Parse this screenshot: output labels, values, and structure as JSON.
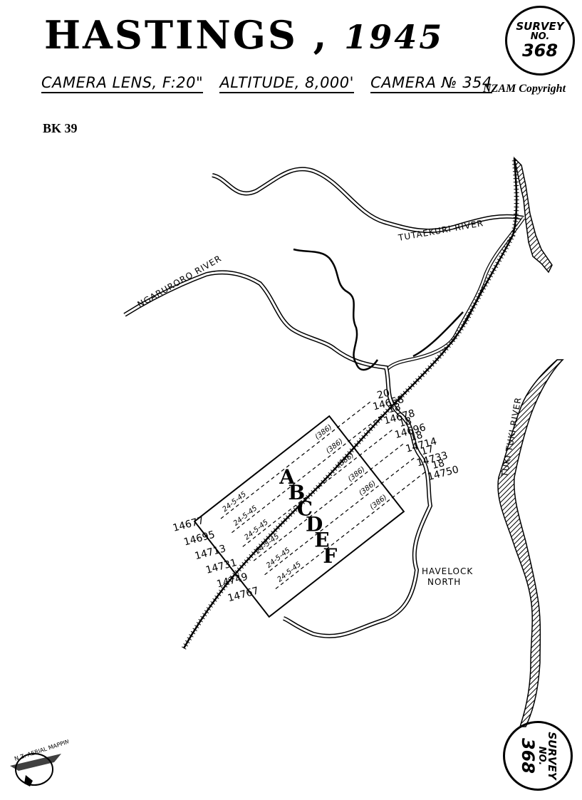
{
  "header": {
    "place": "HASTINGS",
    "separator": ",",
    "year": "1945",
    "lens": "CAMERA LENS, F:20\"",
    "altitude": "ALTITUDE, 8,000'",
    "camera": "CAMERA № 354",
    "copyright": "NZAM Copyright",
    "book": "BK 39"
  },
  "survey_stamp": {
    "word": "SURVEY",
    "no": "NO.",
    "number": "368"
  },
  "map": {
    "rivers": [
      "TUTAEKURI RIVER",
      "NGARURORO RIVER",
      "TUKI TUKI RIVER"
    ],
    "town": [
      "HAVELOCK",
      "NORTH"
    ],
    "strips": [
      {
        "letter": "A",
        "date": "24-5-45",
        "alt": "(386)",
        "right_count": "20",
        "right_start": "14658",
        "left_start": "14677"
      },
      {
        "letter": "B",
        "date": "24-5-45",
        "alt": "(386)",
        "right_count": "18",
        "right_start": "14678",
        "left_start": "14695"
      },
      {
        "letter": "C",
        "date": "24-5-45",
        "alt": "(386)",
        "right_count": "18",
        "right_start": "14696",
        "left_start": "14713"
      },
      {
        "letter": "D",
        "date": "24-5-45",
        "alt": "(386)",
        "right_count": "18",
        "right_start": "14714",
        "left_start": "14731"
      },
      {
        "letter": "E",
        "date": "24-5-45",
        "alt": "(386)",
        "right_count": "17",
        "right_start": "14733",
        "left_start": "14749"
      },
      {
        "letter": "F",
        "date": "24-5-45",
        "alt": "(386)",
        "right_count": "18",
        "right_start": "14750",
        "left_start": "14767"
      }
    ]
  },
  "logo": {
    "text": "N.Z. AERIAL MAPPING LTD"
  }
}
